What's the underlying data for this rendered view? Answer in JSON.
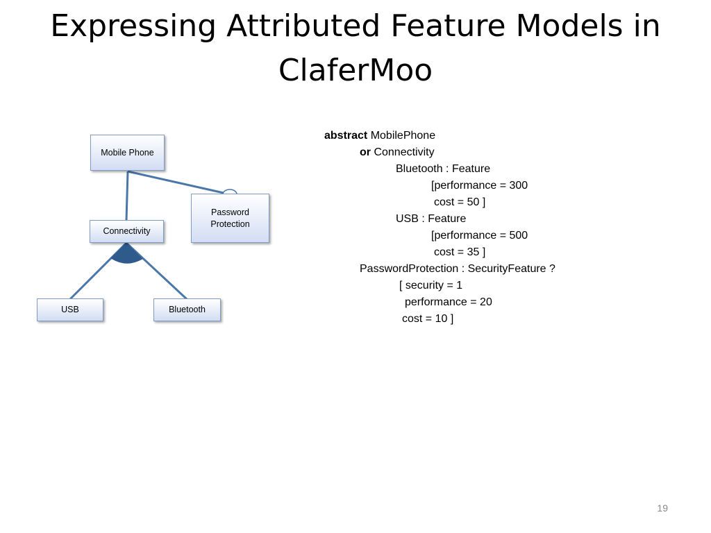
{
  "slide": {
    "title_line1": "Expressing Attributed Feature Models in",
    "title_line2": "ClaferMoo",
    "page_number": "19"
  },
  "diagram": {
    "nodes": {
      "mobile_phone": "Mobile Phone",
      "password_protection_line1": "Password",
      "password_protection_line2": "Protection",
      "connectivity": "Connectivity",
      "usb": "USB",
      "bluetooth": "Bluetooth"
    },
    "colors": {
      "edge": "#4a76a8",
      "group_arc": "#2e5a8c",
      "box_border": "#7f9bc6"
    }
  },
  "code": {
    "l1_kw": "abstract",
    "l1_rest": " MobilePhone",
    "l2_kw": "or",
    "l2_rest": " Connectivity",
    "l3": "Bluetooth : Feature",
    "l4": "[performance = 300",
    "l5": "cost = 50 ]",
    "l6": "USB : Feature",
    "l7": "[performance = 500",
    "l8": "cost = 35 ]",
    "l9": "PasswordProtection : SecurityFeature ?",
    "l10": "[ security = 1",
    "l11": "performance = 20",
    "l12": "cost = 10 ]"
  }
}
